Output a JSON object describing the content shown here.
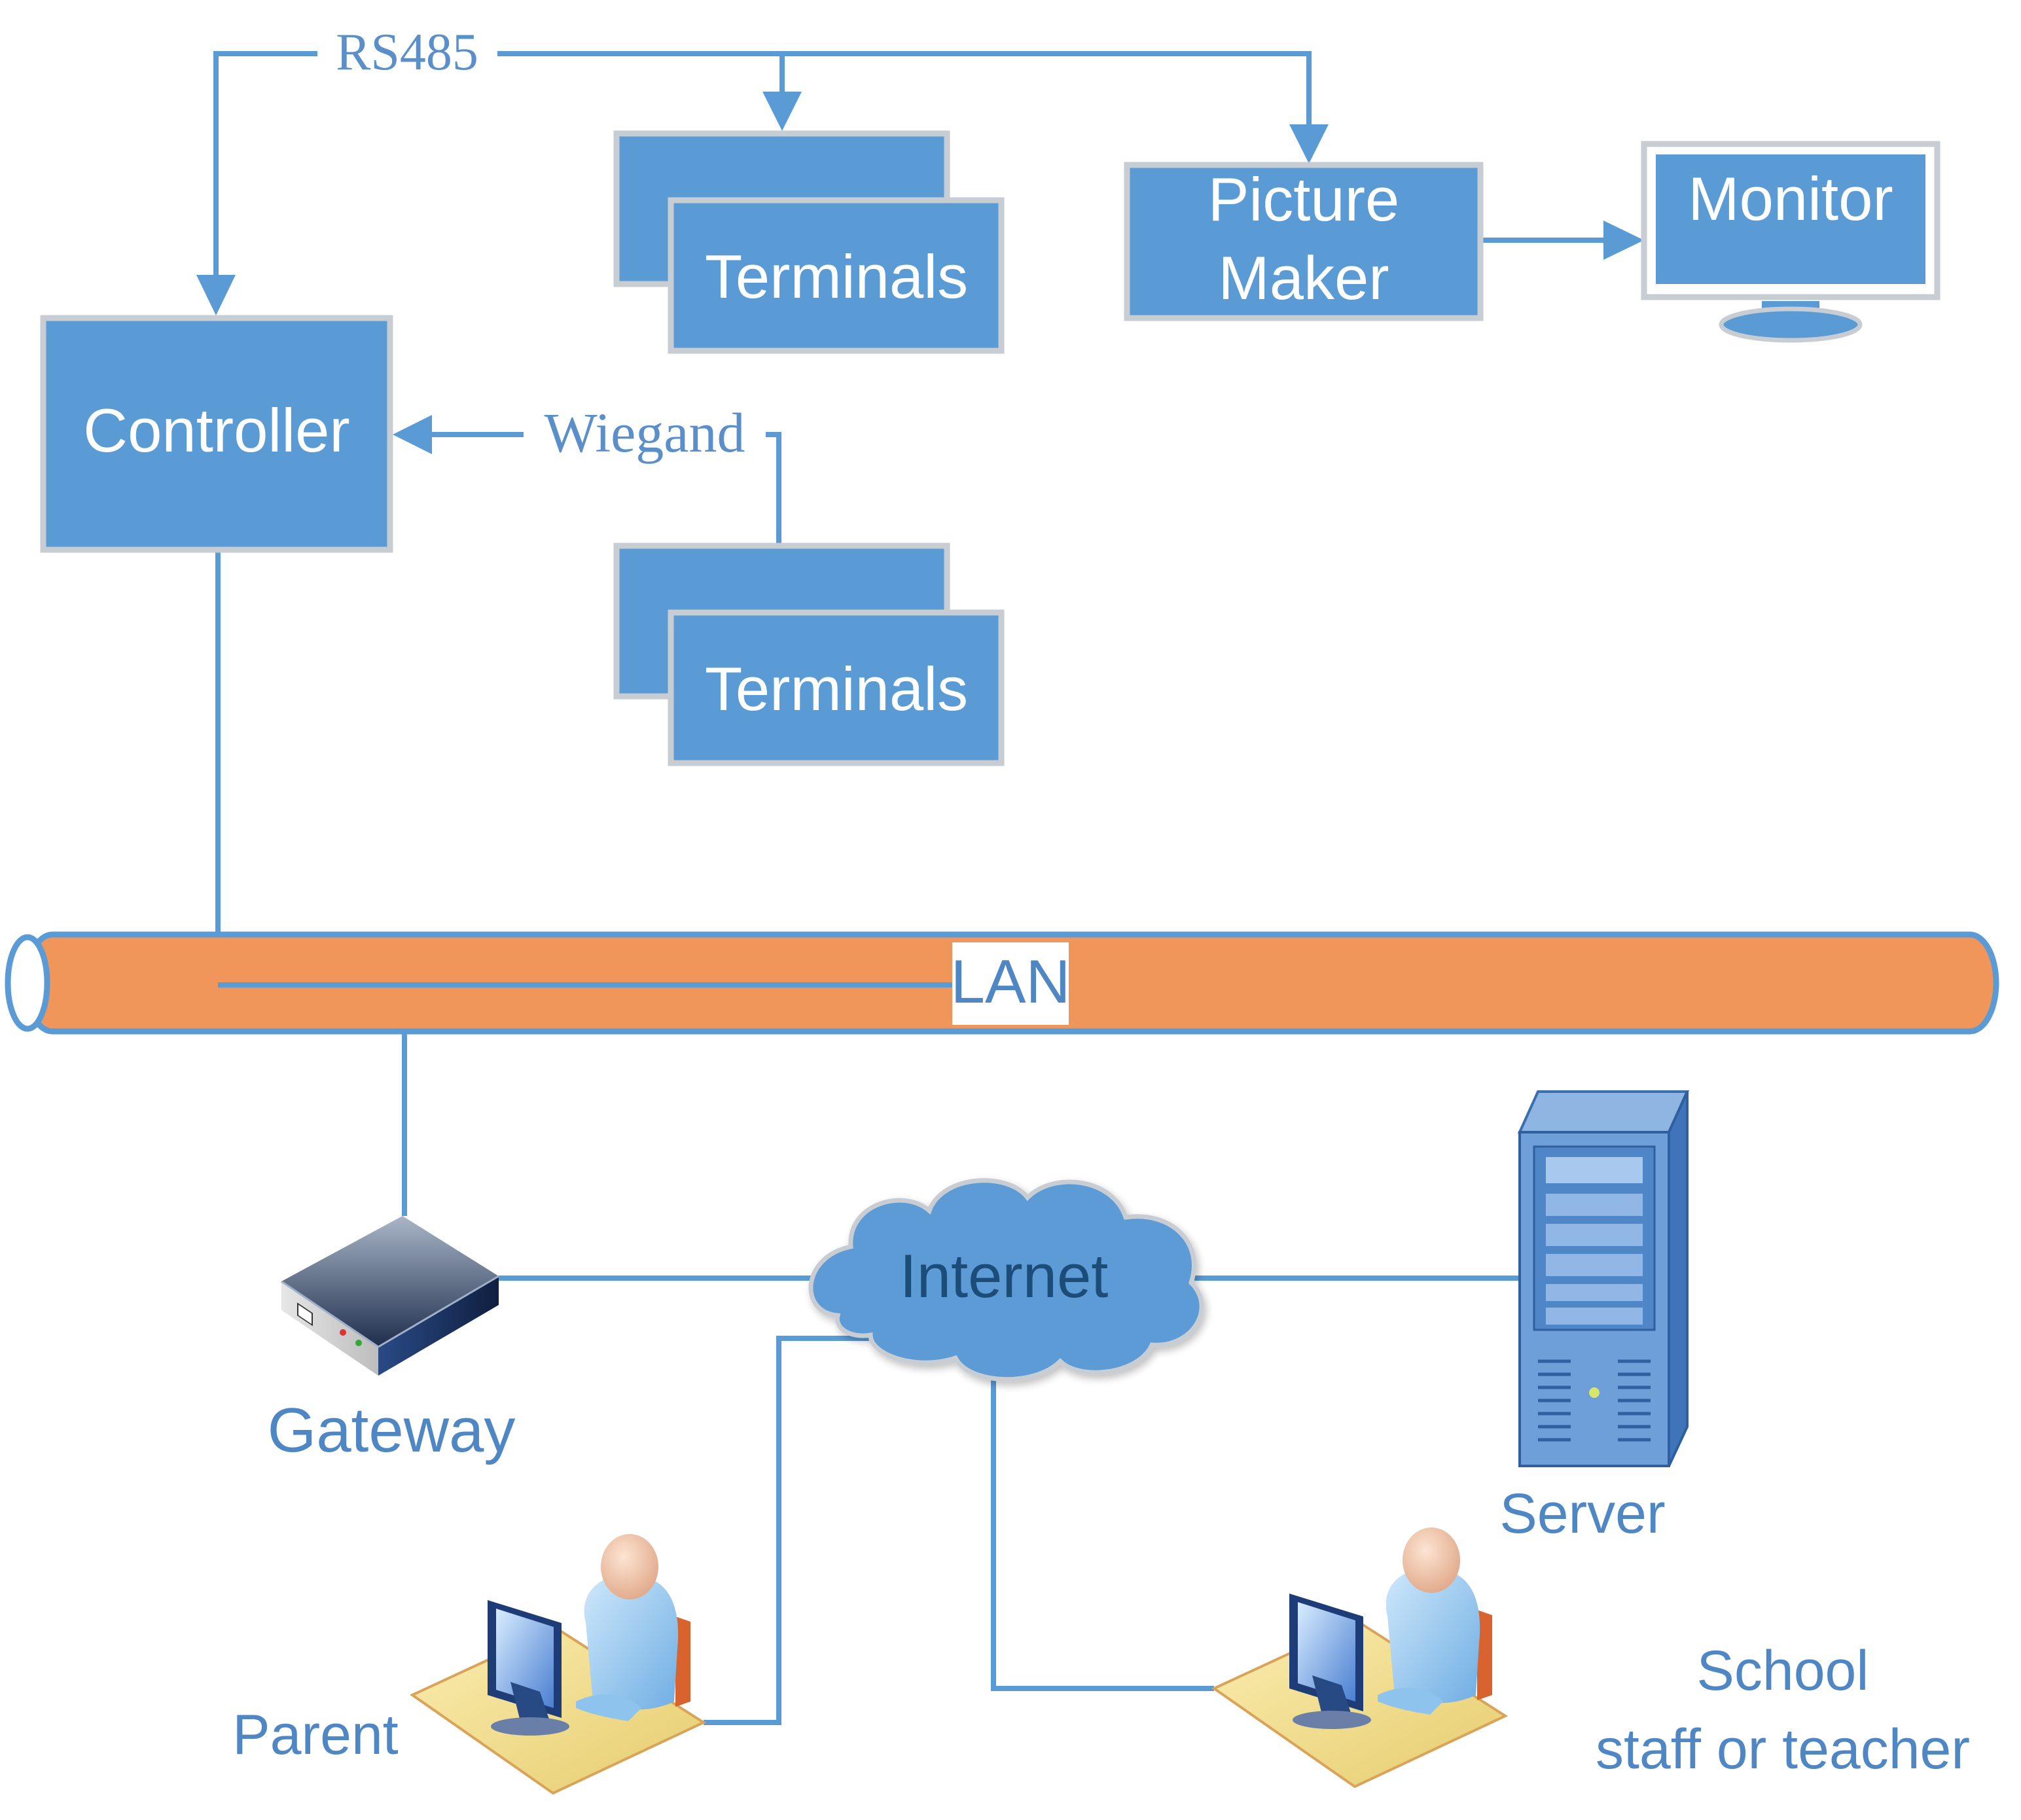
{
  "colors": {
    "box_fill": "#5b9bd5",
    "box_border": "#c7cdd3",
    "line": "#5b9bd5",
    "lan_fill": "#f0965a",
    "label_blue": "#4f86c4",
    "cloud_fill": "#5b9bd5",
    "cloud_text": "#1f4e79"
  },
  "links": {
    "rs485": "RS485",
    "wiegand": "Wiegand"
  },
  "boxes": {
    "controller": "Controller",
    "terminals_top": "Terminals",
    "terminals_bottom": "Terminals",
    "picture_maker_line1": "Picture",
    "picture_maker_line2": "Maker",
    "monitor": "Monitor"
  },
  "network": {
    "lan": "LAN",
    "internet": "Internet"
  },
  "nodes": {
    "gateway": "Gateway",
    "server": "Server",
    "parent": "Parent",
    "school_line1": "School",
    "school_line2": "staff or teacher"
  },
  "icons": {
    "gateway": "router-icon",
    "server": "server-tower-icon",
    "monitor": "monitor-icon",
    "parent": "person-at-computer-icon",
    "school": "person-at-computer-icon",
    "internet": "cloud-icon"
  }
}
